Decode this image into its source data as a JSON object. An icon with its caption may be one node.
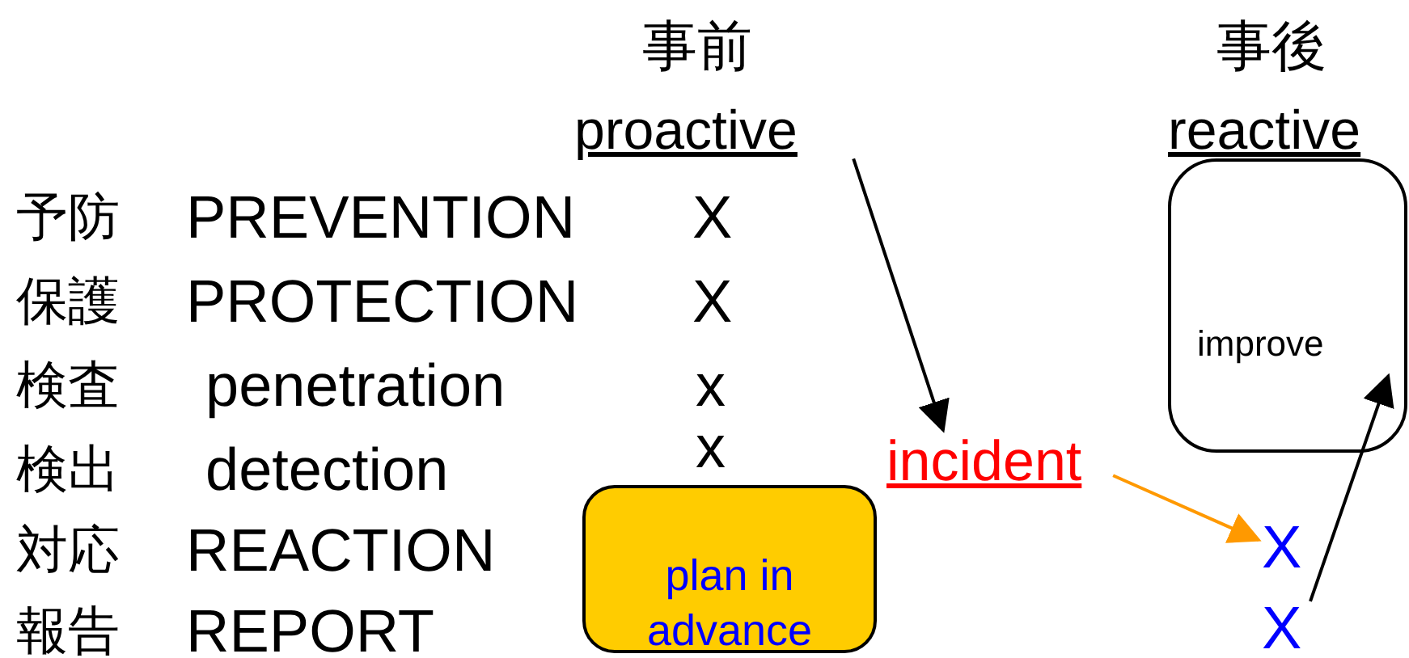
{
  "diagram": {
    "nodes": [
      {
        "text": [
          "事前",
          "proactive"
        ]
      },
      {
        "text": [
          "incident"
        ]
      },
      {
        "text": [
          "X"
        ]
      },
      {
        "text": [
          "X"
        ]
      },
      {
        "text": [
          "improve"
        ]
      },
      {
        "text": [
          "plan in advance"
        ]
      }
    ],
    "edges": [
      {
        "from": 0,
        "to": 1,
        "arrow": "to"
      },
      {
        "from": 1,
        "to": 2,
        "arrow": "to",
        "color": "#ff9900"
      },
      {
        "from": 3,
        "to": 4,
        "arrow": "to"
      }
    ],
    "labels": [
      "事後",
      "reactive",
      "予防",
      "PREVENTION",
      "X",
      "保護",
      "PROTECTION",
      "X",
      "検査",
      "penetration",
      "x",
      "検出",
      "detection",
      "x",
      "対応",
      "REACTION",
      "報告",
      "REPORT"
    ]
  }
}
